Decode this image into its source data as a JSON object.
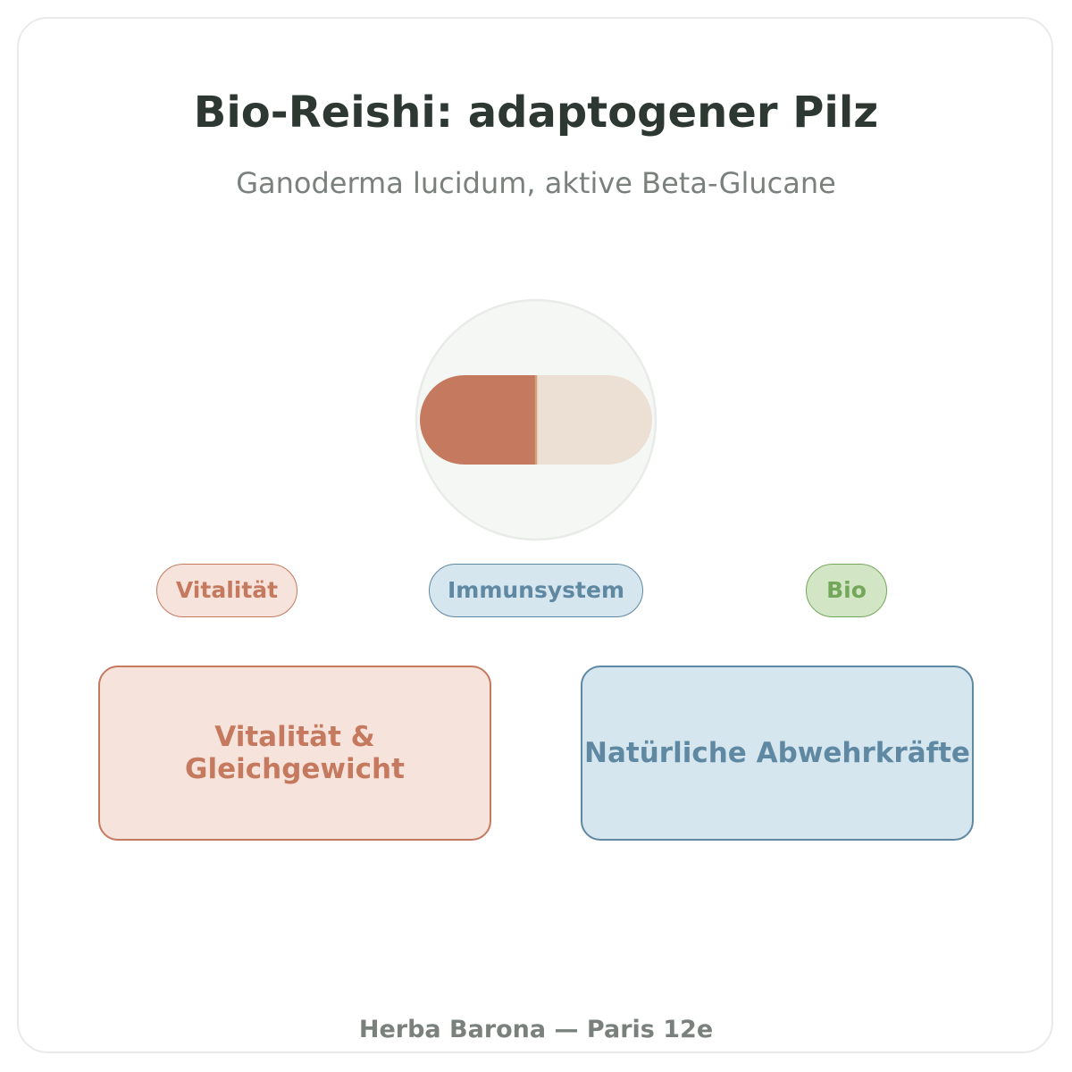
{
  "title": "Bio-Reishi: adaptogener Pilz",
  "subtitle": "Ganoderma lucidum, aktive Beta-Glucane",
  "badges": {
    "vitality": "Vitalität",
    "immune": "Immunsystem",
    "bio": "Bio"
  },
  "boxes": {
    "left": "Vitalität & Gleichgewicht",
    "right": "Natürliche Abwehrkräfte"
  },
  "footer": "Herba Barona — Paris 12e",
  "colors": {
    "terracotta": "#c5795e",
    "cream": "#ebe0d3",
    "blue": "#5f88a3",
    "green": "#73a75a",
    "circle_fill": "#f5f7f4",
    "title": "#2d3833",
    "muted": "#7a817d"
  },
  "icon": "capsule-icon"
}
